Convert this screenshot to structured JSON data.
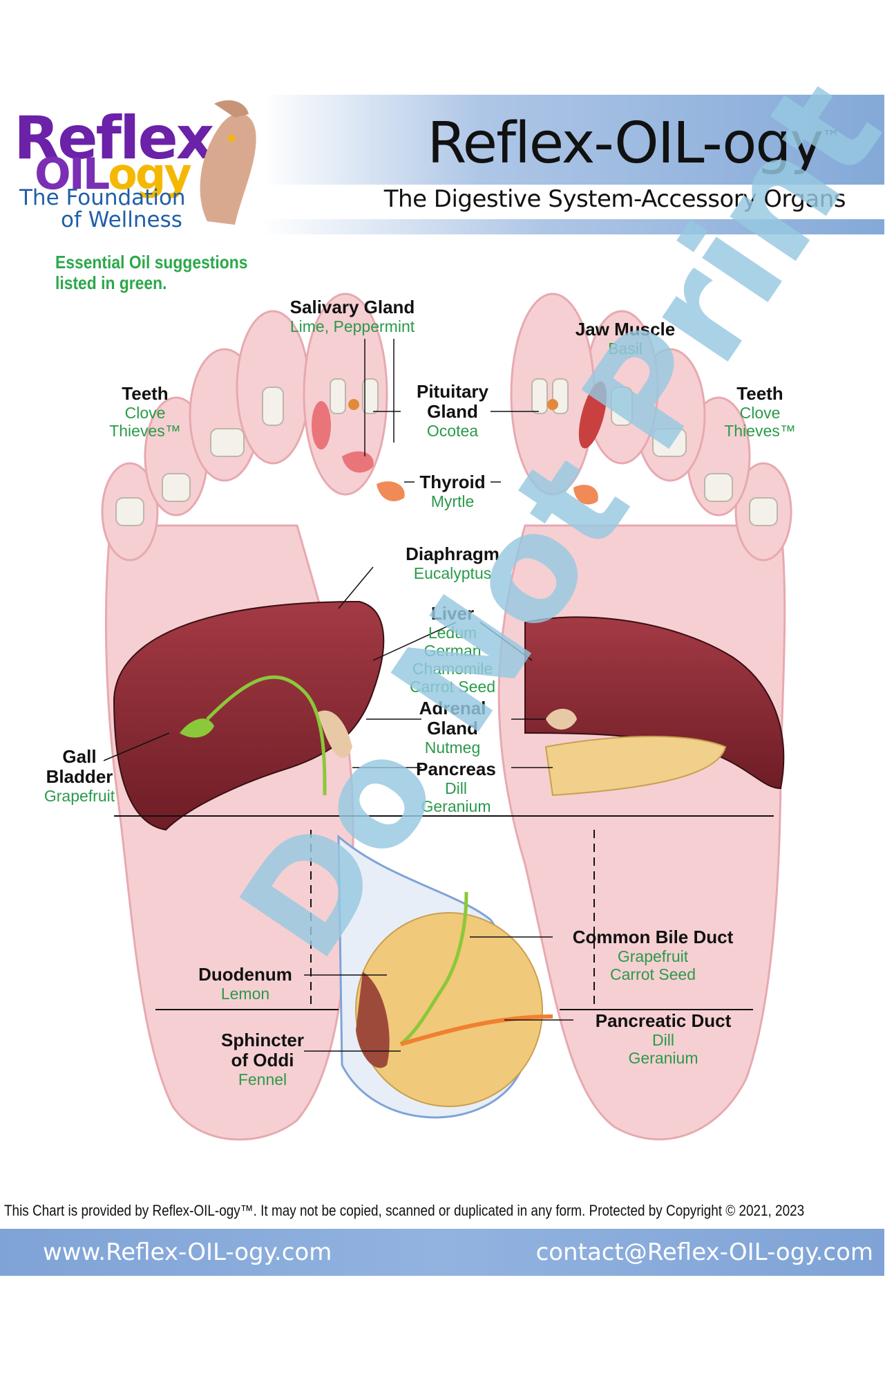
{
  "header": {
    "title": "Reflex-OIL-ogy",
    "tm": "™",
    "subtitle": "The Digestive System-Accessory Organs"
  },
  "logo": {
    "line1": "Reflex",
    "line2a": "OIL",
    "line2b": "ogy",
    "tagline1": "The Foundation",
    "tagline2": "of Wellness"
  },
  "note": {
    "line1": "Essential Oil suggestions",
    "line2": "listed in green."
  },
  "labels": {
    "salivary": {
      "name": "Salivary Gland",
      "oil": "Lime, Peppermint"
    },
    "jaw": {
      "name": "Jaw Muscle",
      "oil": "Basil"
    },
    "teeth_left": {
      "name": "Teeth",
      "oil1": "Clove",
      "oil2": "Thieves™"
    },
    "teeth_right": {
      "name": "Teeth",
      "oil1": "Clove",
      "oil2": "Thieves™"
    },
    "pituitary": {
      "name1": "Pituitary",
      "name2": "Gland",
      "oil": "Ocotea"
    },
    "thyroid": {
      "name": "Thyroid",
      "oil": "Myrtle"
    },
    "diaphragm": {
      "name": "Diaphragm",
      "oil": "Eucalyptus"
    },
    "liver": {
      "name": "Liver",
      "oil1": "Ledum",
      "oil2": "German",
      "oil3": "Chamomile",
      "oil4": "Carrot Seed"
    },
    "adrenal": {
      "name1": "Adrenal",
      "name2": "Gland",
      "oil": "Nutmeg"
    },
    "pancreas": {
      "name": "Pancreas",
      "oil1": "Dill",
      "oil2": "Geranium"
    },
    "gall": {
      "name1": "Gall",
      "name2": "Bladder",
      "oil": "Grapefruit"
    },
    "bile_duct": {
      "name": "Common Bile Duct",
      "oil1": "Grapefruit",
      "oil2": "Carrot Seed"
    },
    "pancreatic_duct": {
      "name": "Pancreatic Duct",
      "oil1": "Dill",
      "oil2": "Geranium"
    },
    "duodenum": {
      "name": "Duodenum",
      "oil": "Lemon"
    },
    "sphincter": {
      "name1": "Sphincter",
      "name2": "of Oddi",
      "oil": "Fennel"
    }
  },
  "watermark": "Do Not Print",
  "footer": {
    "notice": "This Chart is provided by Reflex-OIL-ogy™.  It may not be copied, scanned or duplicated in any form.  Protected by Copyright © 2021, 2023",
    "website": "www.Reflex-OIL-ogy.com",
    "email": "contact@Reflex-OIL-ogy.com"
  },
  "colors": {
    "oil_green": "#2a9a4a",
    "banner_blue": "#84a9d8",
    "foot_pink": "#f6cfd2",
    "liver": "#8b2630",
    "pancreas": "#f0d08a"
  }
}
